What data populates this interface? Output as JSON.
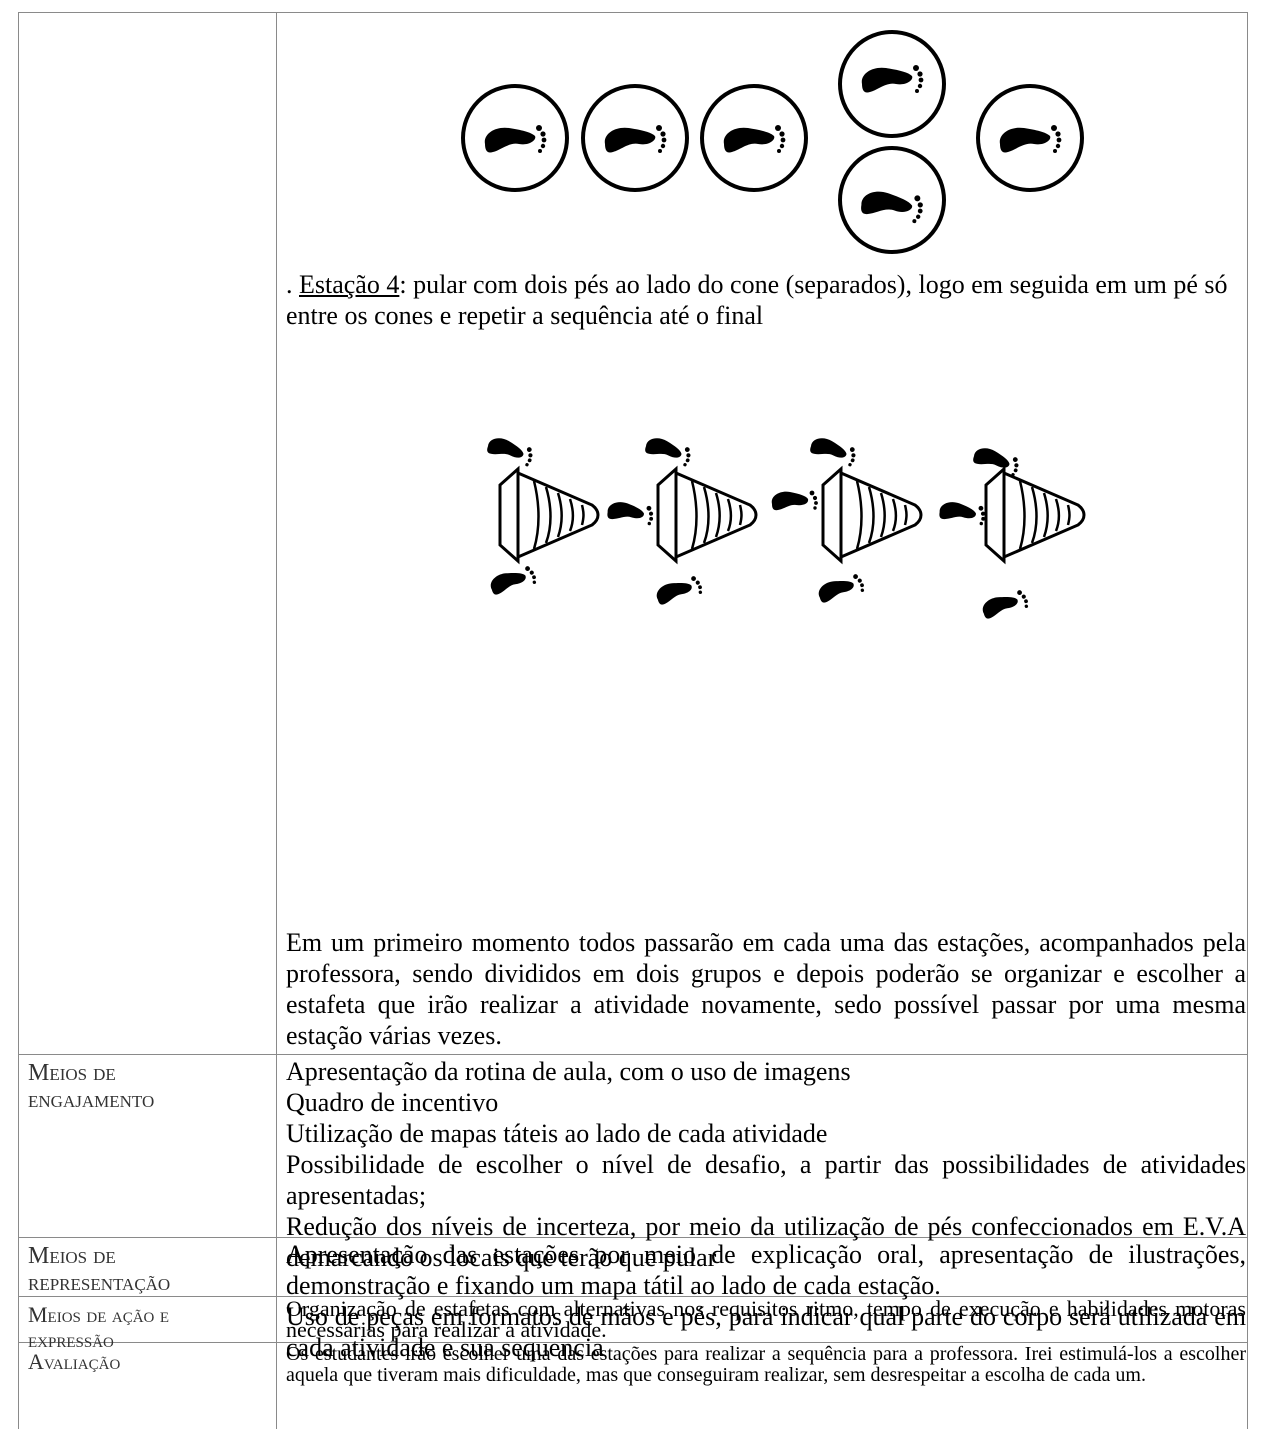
{
  "station4": {
    "prefix": ". ",
    "label": "Estação 4",
    "text": ": pular com dois pés ao lado do cone (separados), logo em seguida em um pé só entre os cones e repetir a sequência até o final"
  },
  "intro_paragraph": "Em um primeiro momento todos passarão em cada uma das estações, acompanhados pela professora, sendo divididos em dois grupos e depois poderão se organizar e escolher a estafeta que irão realizar a atividade novamente, sedo possível passar por uma mesma estação várias vezes.",
  "rows": [
    {
      "label_lines": [
        "Meios de",
        "engajamento"
      ],
      "lines": [
        "Apresentação da rotina de aula, com o uso de imagens",
        "Quadro de incentivo",
        "Utilização de mapas táteis ao lado de cada atividade",
        "Possibilidade de escolher o nível de desafio, a partir das possibilidades de atividades apresentadas;",
        "Redução dos níveis de incerteza, por meio da utilização de pés confeccionados em E.V.A demarcando os locais que terão que pular"
      ]
    },
    {
      "label_lines": [
        "Meios de",
        "representação"
      ],
      "lines": [
        "Apresentação das estações por meio de explicação oral, apresentação de ilustrações, demonstração e fixando um mapa tátil ao lado de cada estação.",
        "Uso de peças em formatos de mãos e pés, para indicar qual parte do corpo será utilizada em cada atividade e sua sequencia"
      ]
    },
    {
      "label_lines": [
        "Meios de ação e",
        "expressão"
      ],
      "lines": [
        "Organização de estafetas com alternativas nos requisitos ritmo, tempo de execução e habilidades motoras necessárias para realizar a atividade."
      ]
    },
    {
      "label_lines": [
        "Avaliação"
      ],
      "lines": [
        "Os estudantes irão escolher uma das estações para realizar a sequência para a professora. Irei estimulá-los a escolher aquela que tiveram mais dificuldade, mas que conseguiram realizar, sem desrespeitar a escolha de cada um."
      ]
    }
  ],
  "icons": {
    "footprint_circles": "footprint-in-circle-icon",
    "cone": "traffic-cone-icon",
    "footprint": "footprint-icon"
  }
}
